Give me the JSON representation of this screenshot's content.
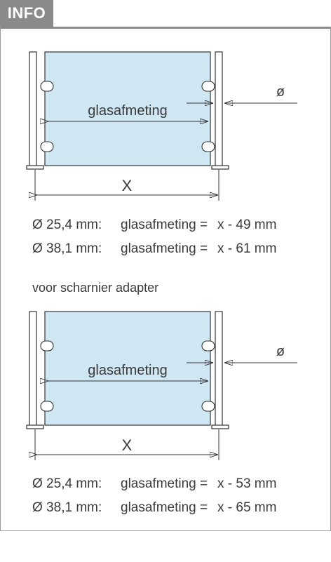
{
  "header": {
    "title": "INFO"
  },
  "diagram1": {
    "glass_label": "glasafmeting",
    "x_label": "X",
    "diameter_symbol": "ø"
  },
  "formulas1": [
    {
      "dia": "Ø 25,4 mm:",
      "label": "glasafmeting =",
      "value": "x - 49 mm"
    },
    {
      "dia": "Ø 38,1 mm:",
      "label": "glasafmeting =",
      "value": "x - 61 mm"
    }
  ],
  "note": "voor scharnier adapter",
  "diagram2": {
    "glass_label": "glasafmeting",
    "x_label": "X",
    "diameter_symbol": "ø"
  },
  "formulas2": [
    {
      "dia": "Ø 25,4 mm:",
      "label": "glasafmeting =",
      "value": "x - 53 mm"
    },
    {
      "dia": "Ø 38,1 mm:",
      "label": "glasafmeting =",
      "value": "x - 65 mm"
    }
  ]
}
